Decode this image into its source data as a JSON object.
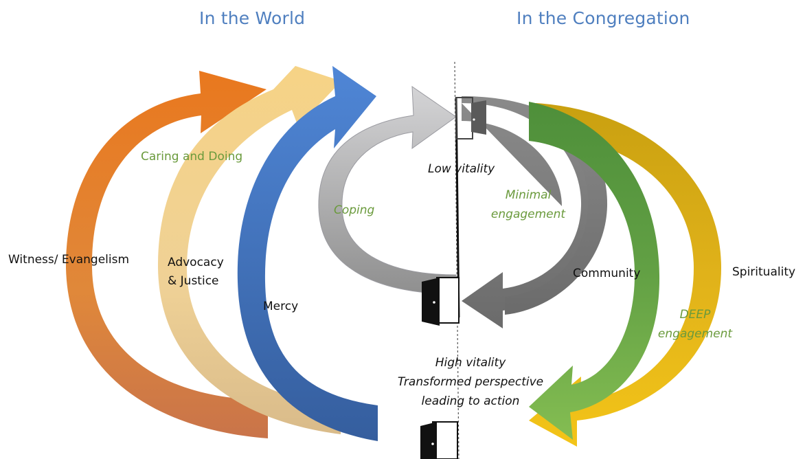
{
  "headings": {
    "world": "In the World",
    "congregation": "In the Congregation"
  },
  "labels": {
    "witness": "Witness/ Evangelism",
    "advocacy_line1": "Advocacy",
    "advocacy_line2": "& Justice",
    "mercy": "Mercy",
    "caring": "Caring and Doing",
    "coping": "Coping",
    "low_vitality": "Low vitality",
    "minimal_line1": "Minimal",
    "minimal_line2": "engagement",
    "community": "Community",
    "spirituality": "Spirituality",
    "deep_line1": "DEEP",
    "deep_line2": "engagement",
    "high_line1": "High vitality",
    "high_line2": "Transformed perspective",
    "high_line3": "leading to action"
  },
  "colors": {
    "heading": "#4f7fbf",
    "witness_arrow": "#e07a2e",
    "advocacy_arrow": "#f2c97a",
    "mercy_arrow": "#3f74c4",
    "coping_arrow": "#a8a8a8",
    "minimal_arrow": "#7a7a7a",
    "community_arrow": "#6aa84f",
    "spirituality_arrow": "#e6b417",
    "green_text": "#6a9a3c"
  }
}
